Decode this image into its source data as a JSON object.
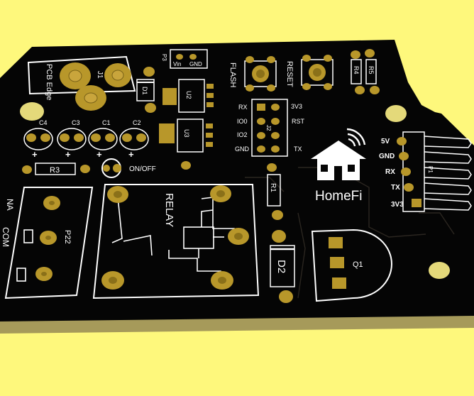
{
  "colors": {
    "background": "#fef87c",
    "board": "#050505",
    "board_edge": "#a69a5a",
    "silkscreen": "#ffffff",
    "copper_pad": "#b8972a",
    "pad_hole": "#c9a53c",
    "mount_hole": "#e4d97a"
  },
  "labels": {
    "j1": "J1",
    "pcb_edge": "PCB Edge",
    "p3": "P3",
    "vin": "Vin",
    "gnd_p3": "GND",
    "flash": "FLASH",
    "reset": "RESET",
    "r4": "R4",
    "r5": "R5",
    "d1": "D1",
    "u2": "U2",
    "u3": "U3",
    "c4": "C4",
    "c3": "C3",
    "c1": "C1",
    "c2": "C2",
    "plus1": "+",
    "plus2": "+",
    "plus3": "+",
    "plus4": "+",
    "r3": "R3",
    "on_off": "ON/OFF",
    "j2_rx": "RX",
    "j2_io0": "IO0",
    "j2_io2": "IO2",
    "j2_gnd": "GND",
    "j2_3v3": "3V3",
    "j2_rst": "RST",
    "j2_tx": "TX",
    "j2": "J2",
    "p1_5v": "5V",
    "p1_gnd": "GND",
    "p1_rx": "RX",
    "p1_tx": "TX",
    "p1_3v3": "3V3",
    "p1": "P1",
    "homefi": "HomeFi",
    "relay": "RELAY",
    "r1": "R1",
    "d2": "D2",
    "q1": "Q1",
    "p22": "P22",
    "na": "NA",
    "com": "COM"
  },
  "icons": {
    "logo": "house-wifi-icon"
  }
}
